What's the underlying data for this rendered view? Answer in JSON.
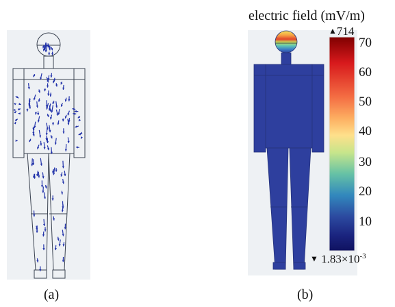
{
  "captions": {
    "a": "(a)",
    "b": "(b)"
  },
  "colorbar": {
    "title": "electric field (mV/m)",
    "max_marker": "▲",
    "max_label": "714",
    "min_marker": "▼",
    "min_label_base": "1.83×10",
    "min_label_exp": "-3",
    "ticks": [
      "70",
      "60",
      "50",
      "40",
      "30",
      "20",
      "10"
    ],
    "colors": [
      "#7f0000",
      "#d7191c",
      "#f46d43",
      "#fdae61",
      "#fee08b",
      "#d9ef8b",
      "#66c2a5",
      "#3288bd",
      "#2c4aa0",
      "#1a237e",
      "#0f1260"
    ]
  },
  "colors": {
    "body_blue": "#2e3f9e",
    "outline": "#334",
    "arrow": "#2233aa",
    "panel_bg": "#eef1f4"
  }
}
